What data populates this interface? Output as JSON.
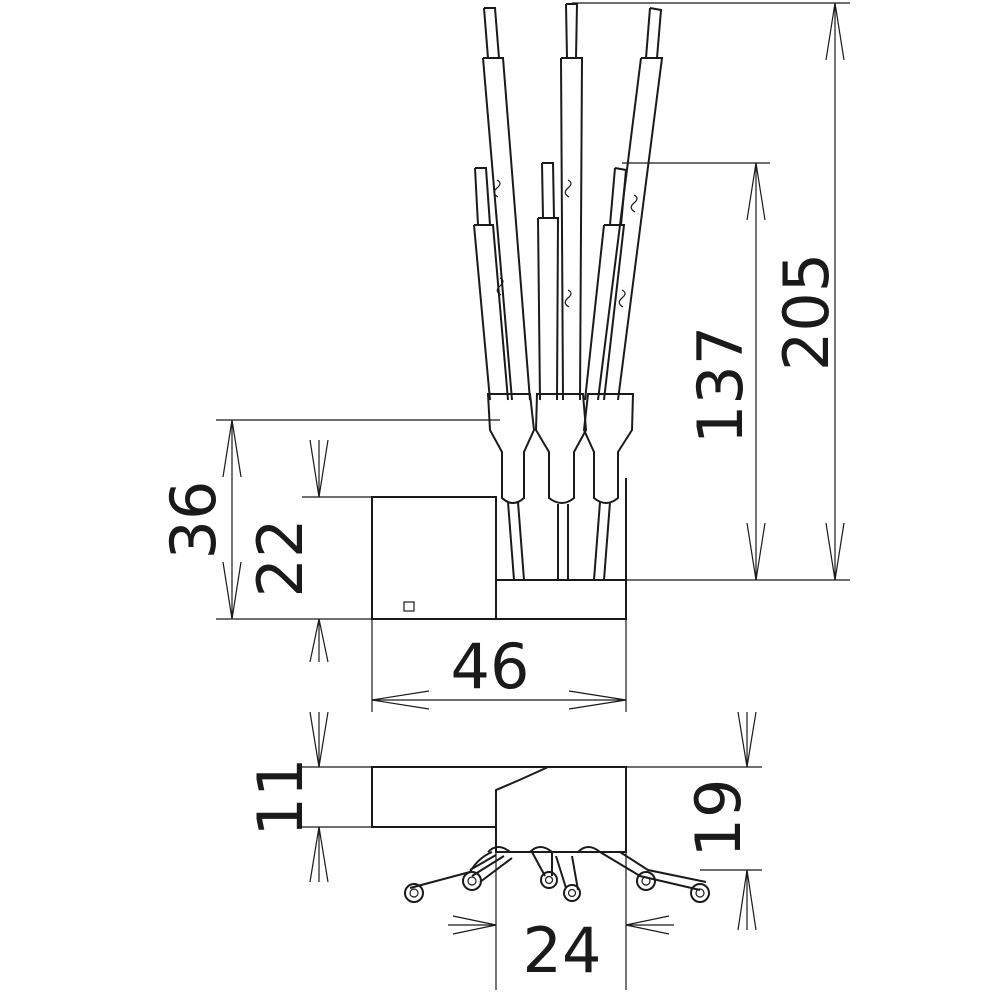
{
  "drawing": {
    "side_view": {
      "dimensions": {
        "total_height": "205",
        "cable_length": "137",
        "height_with_boots": "36",
        "body_height": "22",
        "body_width": "46"
      }
    },
    "top_view": {
      "dimensions": {
        "body_depth": "11",
        "total_depth": "19",
        "outlet_width": "24"
      }
    }
  }
}
